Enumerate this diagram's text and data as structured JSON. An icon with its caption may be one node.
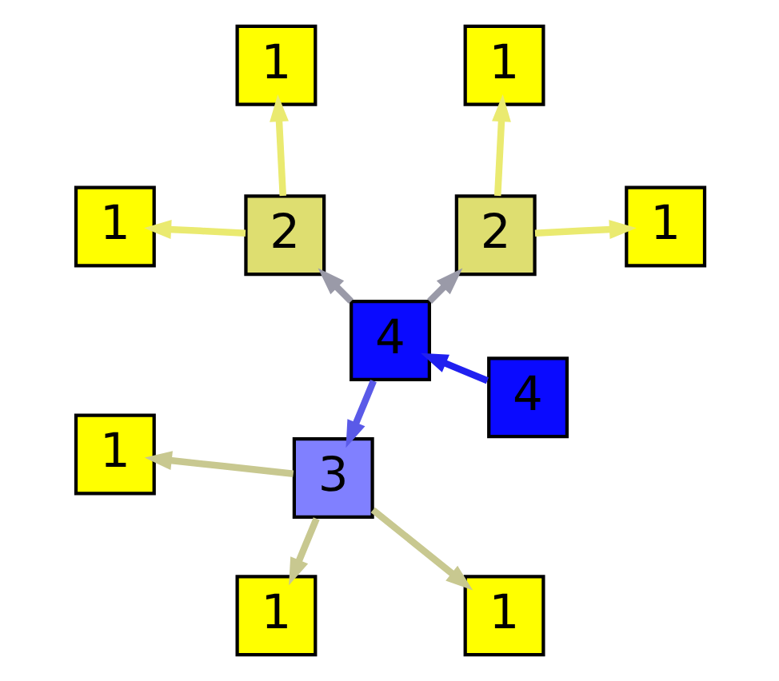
{
  "diagram": {
    "nodes": [
      {
        "text": [
          "4"
        ]
      },
      {
        "text": [
          "1"
        ]
      },
      {
        "text": [
          "1"
        ]
      },
      {
        "text": [
          "2"
        ]
      },
      {
        "text": [
          "4"
        ]
      },
      {
        "text": [
          "2"
        ]
      },
      {
        "text": [
          "1"
        ]
      },
      {
        "text": [
          "1"
        ]
      },
      {
        "text": [
          "3"
        ]
      },
      {
        "text": [
          "1"
        ]
      },
      {
        "text": [
          "1"
        ]
      },
      {
        "text": [
          "1"
        ]
      }
    ],
    "edges": [
      {
        "from": 0,
        "to": 4,
        "arrow": "to",
        "color": "#2020f0"
      },
      {
        "from": 4,
        "to": 3,
        "arrow": "to",
        "color": "#9a9aa8"
      },
      {
        "from": 4,
        "to": 5,
        "arrow": "to",
        "color": "#9a9aa8"
      },
      {
        "from": 4,
        "to": 8,
        "arrow": "to",
        "color": "#5a5ae8"
      },
      {
        "from": 3,
        "to": 1,
        "arrow": "to",
        "color": "#eaea70"
      },
      {
        "from": 3,
        "to": 6,
        "arrow": "to",
        "color": "#eaea70"
      },
      {
        "from": 5,
        "to": 2,
        "arrow": "to",
        "color": "#eaea70"
      },
      {
        "from": 5,
        "to": 7,
        "arrow": "to",
        "color": "#eaea70"
      },
      {
        "from": 8,
        "to": 9,
        "arrow": "to",
        "color": "#c8c890"
      },
      {
        "from": 8,
        "to": 10,
        "arrow": "to",
        "color": "#c8c890"
      },
      {
        "from": 8,
        "to": 11,
        "arrow": "to",
        "color": "#c8c890"
      }
    ]
  }
}
